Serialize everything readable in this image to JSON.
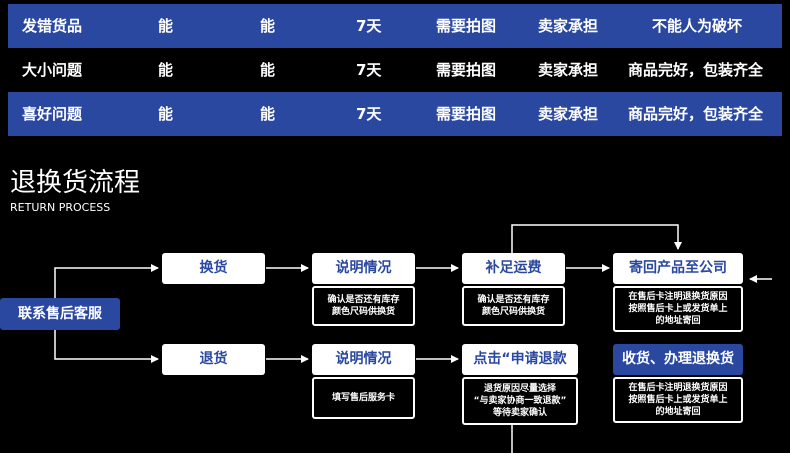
{
  "table": {
    "rows": [
      [
        "发错货品",
        "能",
        "能",
        "7天",
        "需要拍图",
        "卖家承担",
        "不能人为破坏"
      ],
      [
        "大小问题",
        "能",
        "能",
        "7天",
        "需要拍图",
        "卖家承担",
        "商品完好，包装齐全"
      ],
      [
        "喜好问题",
        "能",
        "能",
        "7天",
        "需要拍图",
        "卖家承担",
        "商品完好，包装齐全"
      ]
    ]
  },
  "section": {
    "title": "退换货流程",
    "subtitle": "RETURN PROCESS"
  },
  "flow": {
    "start": "联系售后客服",
    "exchange": {
      "step1": "换货",
      "step2": "说明情况",
      "step2_note": [
        "确认是否还有库存",
        "颜色尺码供换货"
      ],
      "step3": "补足运费",
      "step3_note": [
        "确认是否还有库存",
        "颜色尺码供换货"
      ],
      "step4": "寄回产品至公司",
      "step4_note": [
        "在售后卡注明退换货原因",
        "按照售后卡上或发货单上",
        "的地址寄回"
      ]
    },
    "refund": {
      "step1": "退货",
      "step2": "说明情况",
      "step2_note": [
        "填写售后服务卡"
      ],
      "step3": "点击“申请退款",
      "step3_note": [
        "退货原因尽量选择",
        "“与卖家协商一致退款”",
        "等待卖家确认"
      ],
      "step4": "收货、办理退换货",
      "step4_note": [
        "在售后卡注明退换货原因",
        "按照售后卡上或发货单上",
        "的地址寄回"
      ]
    }
  }
}
